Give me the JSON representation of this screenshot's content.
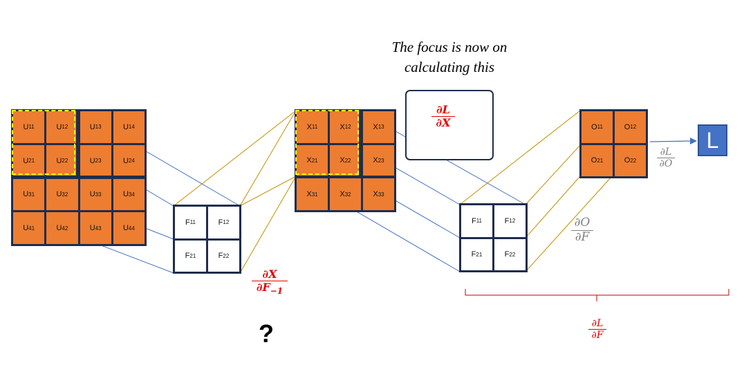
{
  "caption": {
    "line1": "The focus is now on",
    "line2": "calculating this"
  },
  "colors": {
    "orange_cell": "#ed7d31",
    "grid_border": "#1f2d4d",
    "blue_line": "#4472c4",
    "gold_line": "#bf9000",
    "dashed_highlight": "#ffff00",
    "red_text": "#e00000",
    "gray_text": "#7f7f7f",
    "brace_red": "#c00000",
    "loss_box": "#4472c4"
  },
  "input_u": {
    "rows": [
      [
        {
          "base": "U",
          "sub": "11"
        },
        {
          "base": "U",
          "sub": "12"
        },
        {
          "base": "U",
          "sub": "13"
        },
        {
          "base": "U",
          "sub": "14"
        }
      ],
      [
        {
          "base": "U",
          "sub": "21"
        },
        {
          "base": "U",
          "sub": "22"
        },
        {
          "base": "U",
          "sub": "23"
        },
        {
          "base": "U",
          "sub": "24"
        }
      ],
      [
        {
          "base": "U",
          "sub": "31"
        },
        {
          "base": "U",
          "sub": "32"
        },
        {
          "base": "U",
          "sub": "33"
        },
        {
          "base": "U",
          "sub": "34"
        }
      ],
      [
        {
          "base": "U",
          "sub": "41"
        },
        {
          "base": "U",
          "sub": "42"
        },
        {
          "base": "U",
          "sub": "43"
        },
        {
          "base": "U",
          "sub": "44"
        }
      ]
    ]
  },
  "filter_1": {
    "rows": [
      [
        {
          "base": "F",
          "sub": "11"
        },
        {
          "base": "F",
          "sub": "12"
        }
      ],
      [
        {
          "base": "F",
          "sub": "21"
        },
        {
          "base": "F",
          "sub": "22"
        }
      ]
    ]
  },
  "input_x": {
    "rows": [
      [
        {
          "base": "X",
          "sub": "11"
        },
        {
          "base": "X",
          "sub": "12"
        },
        {
          "base": "X",
          "sub": "13"
        }
      ],
      [
        {
          "base": "X",
          "sub": "21"
        },
        {
          "base": "X",
          "sub": "22"
        },
        {
          "base": "X",
          "sub": "23"
        }
      ],
      [
        {
          "base": "X",
          "sub": "31"
        },
        {
          "base": "X",
          "sub": "32"
        },
        {
          "base": "X",
          "sub": "33"
        }
      ]
    ]
  },
  "filter_2": {
    "rows": [
      [
        {
          "base": "F",
          "sub": "11"
        },
        {
          "base": "F",
          "sub": "12"
        }
      ],
      [
        {
          "base": "F",
          "sub": "21"
        },
        {
          "base": "F",
          "sub": "22"
        }
      ]
    ]
  },
  "output_o": {
    "rows": [
      [
        {
          "base": "O",
          "sub": "11"
        },
        {
          "base": "O",
          "sub": "12"
        }
      ],
      [
        {
          "base": "O",
          "sub": "21"
        },
        {
          "base": "O",
          "sub": "22"
        }
      ]
    ]
  },
  "loss_label": "L",
  "frac_dL_dX": {
    "num": "∂L",
    "den": "∂X"
  },
  "frac_dL_dO": {
    "num": "∂L",
    "den": "∂O"
  },
  "frac_dO_dF": {
    "num": "∂O",
    "den": "∂F"
  },
  "frac_dX_dF": {
    "num": "∂X",
    "den_base": "∂F",
    "den_sub": "−1"
  },
  "frac_dL_dF": {
    "num": "∂L",
    "den": "∂F"
  },
  "question_mark": "?"
}
